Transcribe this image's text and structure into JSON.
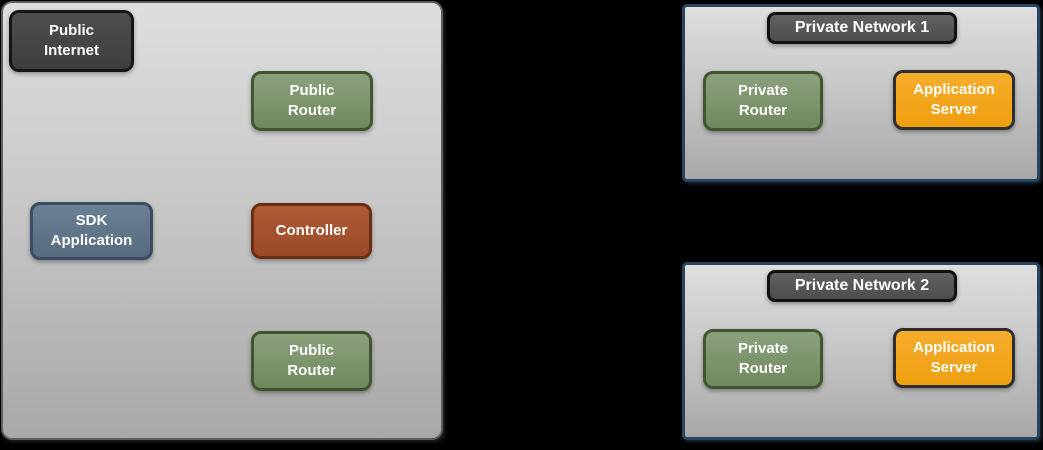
{
  "zones": {
    "public": {
      "nodes": {
        "public_internet": {
          "label": "Public\nInternet"
        },
        "public_router_top": {
          "label": "Public\nRouter"
        },
        "sdk_application": {
          "label": "SDK\nApplication"
        },
        "controller": {
          "label": "Controller"
        },
        "public_router_bottom": {
          "label": "Public\nRouter"
        }
      }
    },
    "private_network_1": {
      "title": "Private Network 1",
      "nodes": {
        "private_router": {
          "label": "Private\nRouter"
        },
        "application_server": {
          "label": "Application\nServer"
        }
      }
    },
    "private_network_2": {
      "title": "Private Network 2",
      "nodes": {
        "private_router": {
          "label": "Private\nRouter"
        },
        "application_server": {
          "label": "Application\nServer"
        }
      }
    }
  },
  "colors": {
    "canvas_background": "#000000",
    "zone_fill_top": "#dedede",
    "zone_fill_bottom": "#a8a8a8",
    "public_zone_border": "#5f5f5f",
    "private_network_border": "#27455e",
    "dark_node_fill": "#464646",
    "dark_node_border": "#161616",
    "title_node_fill": "#585858",
    "title_node_border": "#121212",
    "green_node_fill": "#7d9770",
    "green_node_border": "#41552f",
    "blue_node_fill": "#61778b",
    "blue_node_border": "#3a4d63",
    "rust_node_fill": "#a65231",
    "rust_node_border": "#682e11",
    "orange_node_fill": "#f4a41d",
    "orange_node_border": "#2e2e2e",
    "node_text": "#ffffff"
  }
}
